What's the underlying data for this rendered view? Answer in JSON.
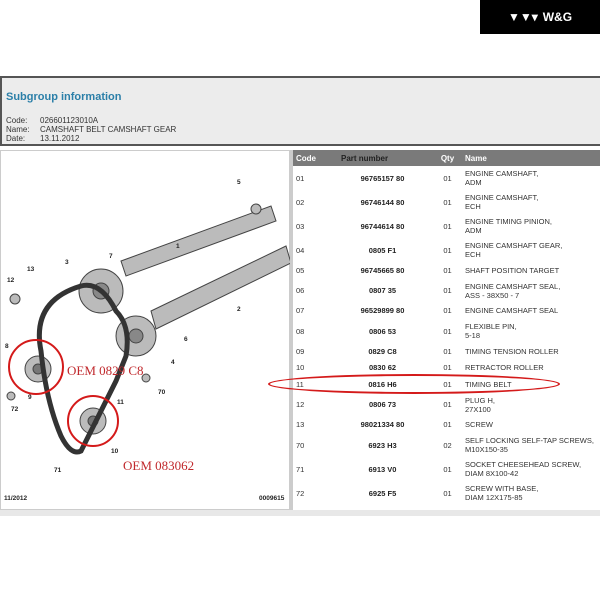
{
  "brand": {
    "logo_text": "W&G"
  },
  "subgroup": {
    "title": "Subgroup information",
    "code_label": "Code:",
    "code": "026601123010A",
    "name_label": "Name:",
    "name": "CAMSHAFT BELT CAMSHAFT GEAR",
    "date_label": "Date:",
    "date": "13.11.2012"
  },
  "diagram": {
    "callouts": [
      "5",
      "7",
      "3",
      "1",
      "12",
      "13",
      "2",
      "6",
      "8",
      "4",
      "9",
      "70",
      "72",
      "11",
      "10",
      "71"
    ],
    "oem_1": "OEM 0829 C8",
    "oem_2": "OEM 083062",
    "footer_date": "11/2012",
    "footer_ref": "0009615"
  },
  "table": {
    "headers": [
      "Code",
      "Part number",
      "Qty",
      "Name"
    ],
    "rows": [
      {
        "code": "01",
        "part": "96765157 80",
        "qty": "01",
        "name": "ENGINE CAMSHAFT,\nADM"
      },
      {
        "code": "02",
        "part": "96746144 80",
        "qty": "01",
        "name": "ENGINE CAMSHAFT,\nECH"
      },
      {
        "code": "03",
        "part": "96744614 80",
        "qty": "01",
        "name": "ENGINE TIMING PINION,\nADM"
      },
      {
        "code": "04",
        "part": "0805 F1",
        "qty": "01",
        "name": "ENGINE CAMSHAFT GEAR,\nECH"
      },
      {
        "code": "05",
        "part": "96745665 80",
        "qty": "01",
        "name": "SHAFT POSITION TARGET"
      },
      {
        "code": "06",
        "part": "0807 35",
        "qty": "01",
        "name": "ENGINE CAMSHAFT SEAL,\nASS - 38X50 - 7"
      },
      {
        "code": "07",
        "part": "96529899 80",
        "qty": "01",
        "name": "ENGINE CAMSHAFT SEAL"
      },
      {
        "code": "08",
        "part": "0806 53",
        "qty": "01",
        "name": "FLEXIBLE PIN,\n5-18"
      },
      {
        "code": "09",
        "part": "0829 C8",
        "qty": "01",
        "name": "TIMING TENSION ROLLER"
      },
      {
        "code": "10",
        "part": "0830 62",
        "qty": "01",
        "name": "RETRACTOR ROLLER"
      },
      {
        "code": "11",
        "part": "0816 H6",
        "qty": "01",
        "name": "TIMING BELT"
      },
      {
        "code": "12",
        "part": "0806 73",
        "qty": "01",
        "name": "PLUG H,\n27X100"
      },
      {
        "code": "13",
        "part": "98021334 80",
        "qty": "01",
        "name": "SCREW"
      },
      {
        "code": "70",
        "part": "6923 H3",
        "qty": "02",
        "name": "SELF LOCKING SELF-TAP SCREWS,\nM10X150-35"
      },
      {
        "code": "71",
        "part": "6913 V0",
        "qty": "01",
        "name": "SOCKET CHEESEHEAD SCREW,\nDIAM 8X100-42"
      },
      {
        "code": "72",
        "part": "6925 F5",
        "qty": "01",
        "name": "SCREW WITH BASE,\nDIAM 12X175-85"
      }
    ]
  },
  "colors": {
    "accent": "#2b7fa8",
    "highlight": "#d41a1a",
    "header_bg": "#7a7a7a"
  }
}
